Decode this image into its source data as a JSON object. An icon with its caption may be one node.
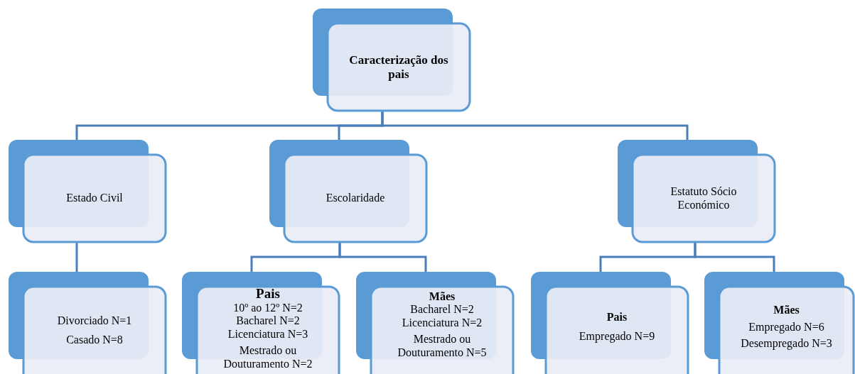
{
  "diagram": {
    "nodes": [
      {
        "text": [
          "Caracterização dos pais"
        ]
      },
      {
        "text": [
          "Estado Civil"
        ]
      },
      {
        "text": [
          "Escolaridade"
        ]
      },
      {
        "text": [
          "Estatuto Sócio Económico"
        ]
      },
      {
        "text": [
          "Divorciado N=1",
          "Casado N=8"
        ]
      },
      {
        "text": [
          "Pais",
          "10º ao 12º N=2",
          "Bacharel N=2",
          "Licenciatura N=3",
          "Mestrado ou Douturamento N=2"
        ]
      },
      {
        "text": [
          "Mães",
          "Bacharel N=2",
          "Licenciatura N=2",
          "Mestrado ou Douturamento N=5"
        ]
      },
      {
        "text": [
          "Pais",
          "Empregado N=9"
        ]
      },
      {
        "text": [
          "Mães",
          "Empregado N=6",
          "Desempregado N=3"
        ]
      }
    ],
    "edges": [
      {
        "from": 0,
        "to": 1,
        "arrow": "none"
      },
      {
        "from": 0,
        "to": 2,
        "arrow": "none"
      },
      {
        "from": 0,
        "to": 3,
        "arrow": "none"
      },
      {
        "from": 1,
        "to": 4,
        "arrow": "none"
      },
      {
        "from": 2,
        "to": 5,
        "arrow": "none"
      },
      {
        "from": 2,
        "to": 6,
        "arrow": "none"
      },
      {
        "from": 3,
        "to": 7,
        "arrow": "none"
      },
      {
        "from": 3,
        "to": 8,
        "arrow": "none"
      }
    ]
  }
}
